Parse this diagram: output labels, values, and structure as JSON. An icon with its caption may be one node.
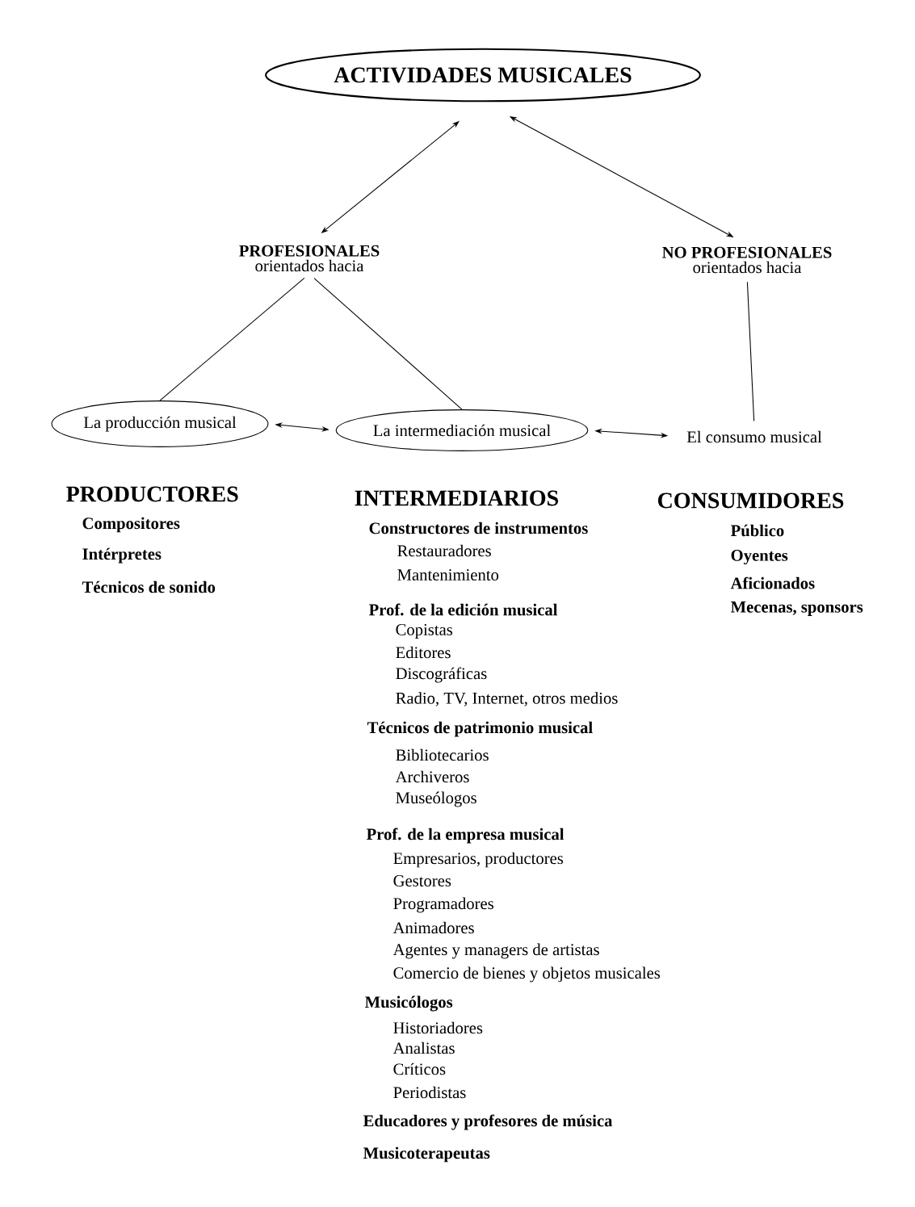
{
  "diagram": {
    "nodes": [
      {
        "text": [
          "ACTIVIDADES MUSICALES"
        ]
      },
      {
        "text": [
          "PROFESIONALES",
          "orientados hacia"
        ]
      },
      {
        "text": [
          "NO PROFESIONALES",
          "orientados hacia"
        ]
      },
      {
        "text": [
          "La producción musical"
        ]
      },
      {
        "text": [
          "La intermediación musical"
        ]
      },
      {
        "text": [
          "El consumo musical"
        ]
      }
    ],
    "edges": [
      {
        "from": 0,
        "to": 1,
        "arrow": "both"
      },
      {
        "from": 0,
        "to": 2,
        "arrow": "both"
      },
      {
        "from": 1,
        "to": 3,
        "arrow": "none"
      },
      {
        "from": 1,
        "to": 4,
        "arrow": "none"
      },
      {
        "from": 2,
        "to": 5,
        "arrow": "none"
      },
      {
        "from": 3,
        "to": 4,
        "arrow": "both"
      },
      {
        "from": 4,
        "to": 5,
        "arrow": "both"
      }
    ],
    "labels": [
      "PRODUCTORES",
      "Compositores",
      "Intérpretes",
      "Técnicos de sonido",
      "INTERMEDIARIOS",
      "Constructores de instrumentos",
      "Restauradores",
      "Mantenimiento",
      "Prof. de la edición musical",
      "Copistas",
      "Editores",
      "Discográficas",
      "Radio, TV, Internet, otros medios",
      "Técnicos de patrimonio musical",
      "Bibliotecarios",
      "Archiveros",
      "Museólogos",
      "Prof. de la empresa musical",
      "Empresarios, productores",
      "Gestores",
      "Programadores",
      "Animadores",
      "Agentes y managers de artistas",
      "Comercio de bienes y objetos musicales",
      "Musicólogos",
      "Historiadores",
      "Analistas",
      "Críticos",
      "Periodistas",
      "Educadores y profesores de música",
      "Musicoterapeutas",
      "CONSUMIDORES",
      "Público",
      "Oyentes",
      "Aficionados",
      "Mecenas, sponsors"
    ]
  }
}
